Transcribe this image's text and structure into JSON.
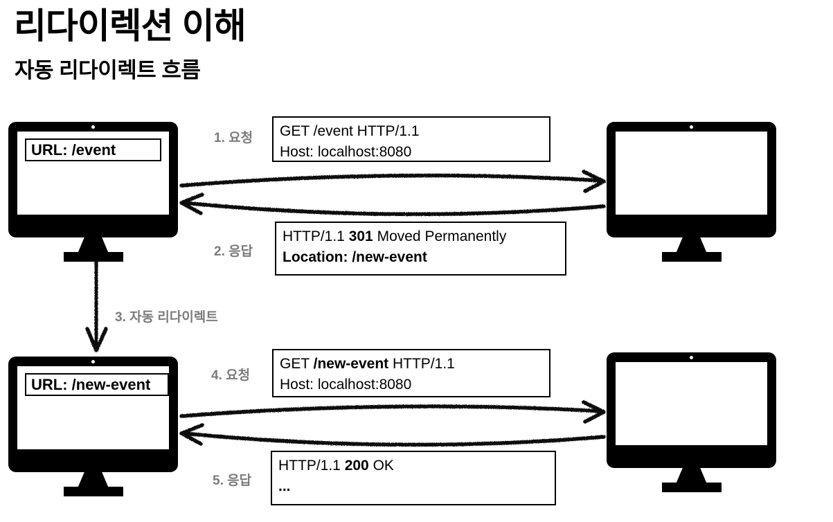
{
  "page": {
    "title": "리다이렉션 이해",
    "subtitle": "자동 리다이렉트 흐름",
    "bg_color": "#ffffff",
    "ink_color": "#000000",
    "label_color": "#7b7b7b"
  },
  "clients": [
    {
      "name": "client-top",
      "url_label": "URL: /event"
    },
    {
      "name": "client-bottom",
      "url_label": "URL: /new-event"
    }
  ],
  "servers": [
    {
      "name": "server-top",
      "screen_text": ""
    },
    {
      "name": "server-bottom",
      "screen_text": ""
    }
  ],
  "steps": [
    {
      "id": 1,
      "label": "1. 요청",
      "kind": "request",
      "lines": [
        {
          "plain": "GET /event HTTP/1.1",
          "bold_all": false,
          "bold_part": ""
        },
        {
          "plain": "Host: localhost:8080",
          "bold_all": false,
          "bold_part": ""
        }
      ]
    },
    {
      "id": 2,
      "label": "2. 응답",
      "kind": "response",
      "lines": [
        {
          "plain": "HTTP/1.1 301 Moved Permanently",
          "bold_all": false,
          "bold_part": "301"
        },
        {
          "plain": "Location: /new-event",
          "bold_all": true,
          "bold_part": ""
        }
      ]
    },
    {
      "id": 3,
      "label": "3. 자동 리다이렉트",
      "kind": "auto-redirect",
      "lines": []
    },
    {
      "id": 4,
      "label": "4. 요청",
      "kind": "request",
      "lines": [
        {
          "plain": "GET /new-event HTTP/1.1",
          "bold_all": false,
          "bold_part": "/new-event"
        },
        {
          "plain": "Host: localhost:8080",
          "bold_all": false,
          "bold_part": ""
        }
      ]
    },
    {
      "id": 5,
      "label": "5. 응답",
      "kind": "response",
      "lines": [
        {
          "plain": "HTTP/1.1 200 OK",
          "bold_all": false,
          "bold_part": "200"
        },
        {
          "plain": "...",
          "bold_all": true,
          "bold_part": ""
        }
      ]
    }
  ],
  "step_text": {
    "s1_label": "1. 요청",
    "s1_l1": "GET /event HTTP/1.1",
    "s1_l2": "Host: localhost:8080",
    "s2_label": "2. 응답",
    "s2_l1_a": "HTTP/1.1 ",
    "s2_l1_b": "301",
    "s2_l1_c": " Moved Permanently",
    "s2_l2": "Location: /new-event",
    "s3_label": "3. 자동 리다이렉트",
    "s4_label": "4. 요청",
    "s4_l1_a": "GET ",
    "s4_l1_b": "/new-event",
    "s4_l1_c": " HTTP/1.1",
    "s4_l2": "Host: localhost:8080",
    "s5_label": "5. 응답",
    "s5_l1_a": "HTTP/1.1 ",
    "s5_l1_b": "200",
    "s5_l1_c": " OK",
    "s5_l2": "..."
  }
}
